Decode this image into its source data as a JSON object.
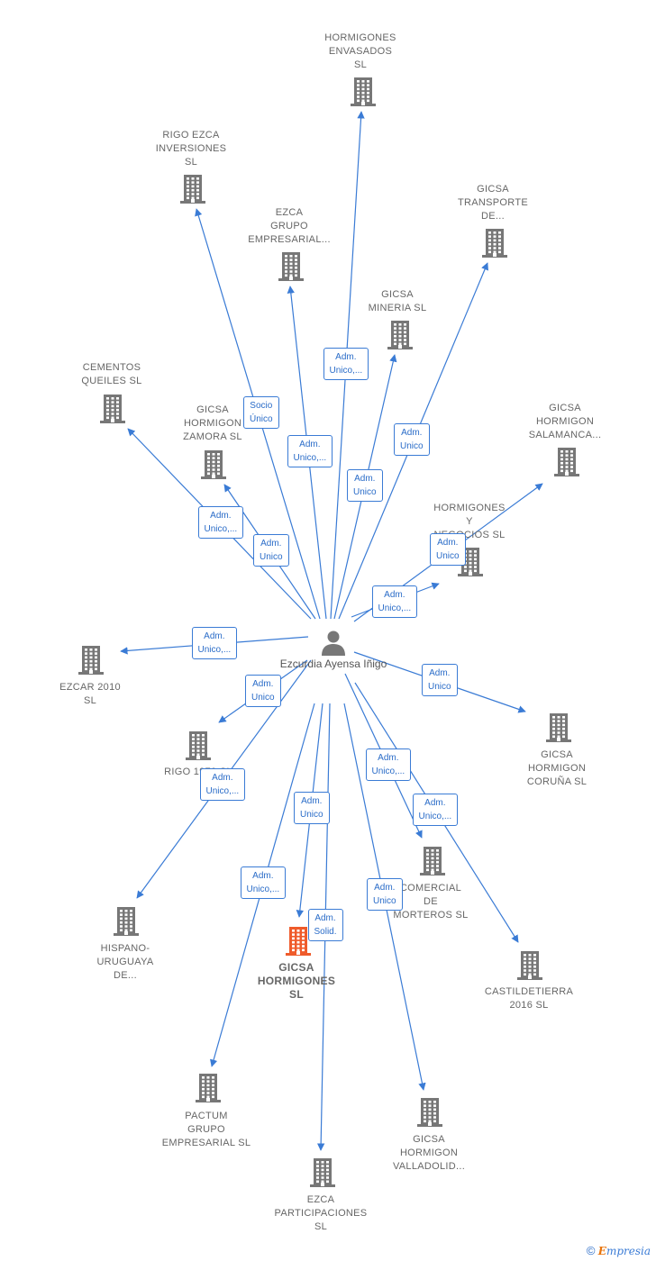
{
  "center": {
    "name_lines": [
      "Ezcurdia",
      "Ayensa",
      "Iñigo"
    ],
    "icon": "person-icon"
  },
  "colors": {
    "edge": "#3a7bd5",
    "node": "#777777",
    "main_node": "#ef5b2b",
    "label": "#666666"
  },
  "nodes": [
    {
      "id": "hormigones-envasados",
      "lines": [
        "HORMIGONES",
        "ENVASADOS",
        "SL"
      ],
      "badge": [
        "Adm.",
        "Unico,..."
      ]
    },
    {
      "id": "rigo-ezca-inversiones",
      "lines": [
        "RIGO EZCA",
        "INVERSIONES",
        "SL"
      ],
      "badge": [
        "Socio",
        "Único"
      ]
    },
    {
      "id": "ezca-grupo-empresarial",
      "lines": [
        "EZCA",
        "GRUPO",
        "EMPRESARIAL..."
      ],
      "badge": [
        "Adm.",
        "Unico,..."
      ]
    },
    {
      "id": "gicsa-transporte",
      "lines": [
        "GICSA",
        "TRANSPORTE",
        "DE..."
      ],
      "badge": [
        "Adm.",
        "Unico"
      ]
    },
    {
      "id": "gicsa-mineria",
      "lines": [
        "GICSA",
        "MINERIA  SL"
      ],
      "badge": [
        "Adm.",
        "Unico"
      ]
    },
    {
      "id": "cementos-queiles",
      "lines": [
        "CEMENTOS",
        "QUEILES  SL"
      ],
      "badge": [
        "Adm.",
        "Unico,..."
      ]
    },
    {
      "id": "gicsa-hormigon-zamora",
      "lines": [
        "GICSA",
        "HORMIGON",
        "ZAMORA  SL"
      ],
      "badge": [
        "Adm.",
        "Unico"
      ]
    },
    {
      "id": "gicsa-hormigon-salamanca",
      "lines": [
        "GICSA",
        "HORMIGON",
        "SALAMANCA..."
      ],
      "badge": [
        "Adm.",
        "Unico"
      ]
    },
    {
      "id": "hormigones-y-negocios",
      "lines": [
        "HORMIGONES",
        "Y",
        "NEGOCIOS  SL"
      ],
      "badge": [
        "Adm.",
        "Unico,..."
      ]
    },
    {
      "id": "ezcar-2010",
      "lines": [
        "EZCAR 2010",
        "SL"
      ],
      "badge": [
        "Adm.",
        "Unico,..."
      ]
    },
    {
      "id": "gicsa-hormigon-coruna",
      "lines": [
        "GICSA",
        "HORMIGON",
        "CORUÑA  SL"
      ],
      "badge": [
        "Adm.",
        "Unico"
      ]
    },
    {
      "id": "rigo-1970",
      "lines": [
        "RIGO 1970  SL"
      ],
      "badge": [
        "Adm.",
        "Unico"
      ]
    },
    {
      "id": "comercial-de-morteros",
      "lines": [
        "COMERCIAL",
        "DE",
        "MORTEROS  SL"
      ],
      "badge": [
        "Adm.",
        "Unico,..."
      ]
    },
    {
      "id": "hispano-uruguaya",
      "lines": [
        "HISPANO-",
        "URUGUAYA",
        "DE..."
      ],
      "badge": [
        "Adm.",
        "Unico,..."
      ]
    },
    {
      "id": "castildetierra-2016",
      "lines": [
        "CASTILDETIERRA",
        "2016  SL"
      ],
      "badge": [
        "Adm.",
        "Unico,..."
      ]
    },
    {
      "id": "gicsa-hormigones",
      "lines": [
        "GICSA",
        "HORMIGONES",
        "SL"
      ],
      "badge": [
        "Adm.",
        "Unico"
      ],
      "main": true
    },
    {
      "id": "pactum-grupo-empresarial",
      "lines": [
        "PACTUM",
        "GRUPO",
        "EMPRESARIAL SL"
      ],
      "badge": [
        "Adm.",
        "Unico,..."
      ]
    },
    {
      "id": "gicsa-hormigon-valladolid",
      "lines": [
        "GICSA",
        "HORMIGON",
        "VALLADOLID..."
      ],
      "badge": [
        "Adm.",
        "Unico"
      ]
    },
    {
      "id": "ezca-participaciones",
      "lines": [
        "EZCA",
        "PARTICIPACIONES",
        "SL"
      ],
      "badge": [
        "Adm.",
        "Solid."
      ]
    }
  ],
  "footer": {
    "copyright": "©",
    "brand_initial": "E",
    "brand_rest": "mpresia"
  }
}
